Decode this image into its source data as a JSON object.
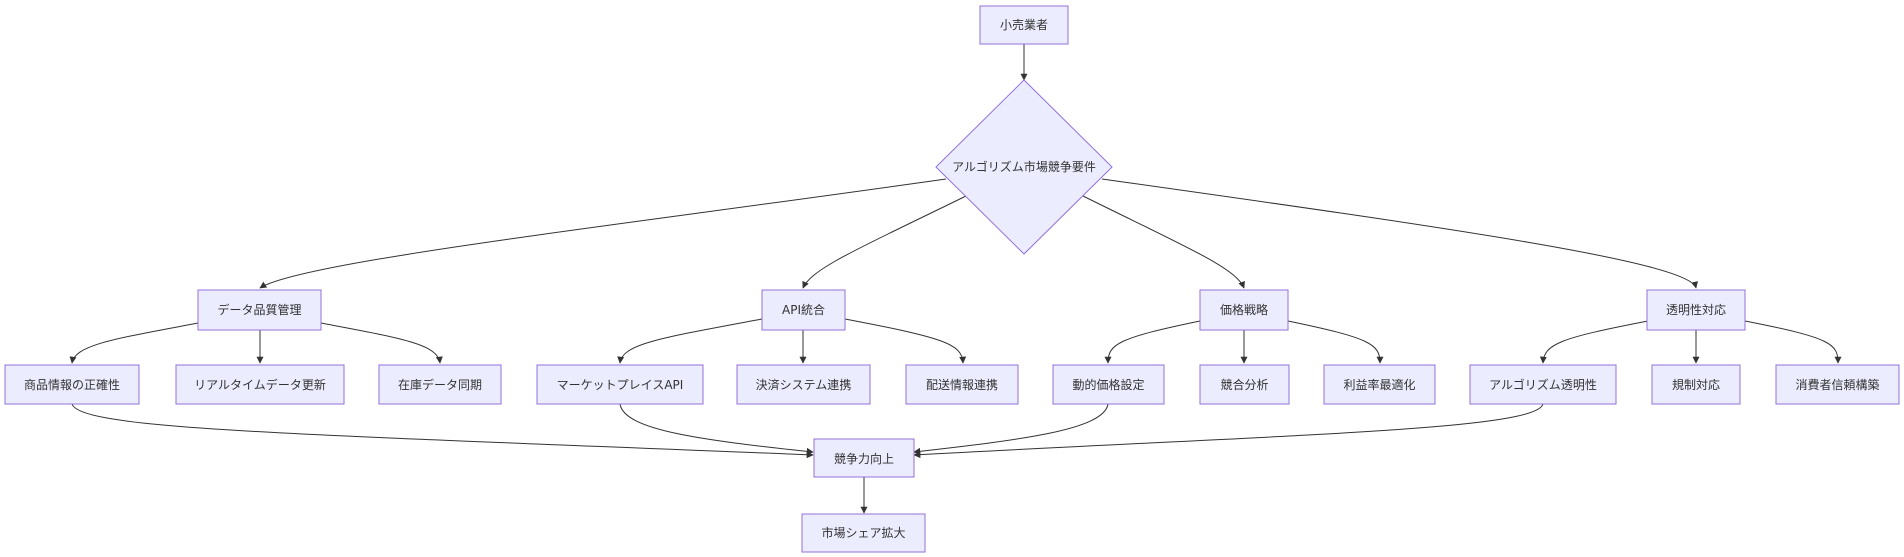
{
  "diagram": {
    "nodes": {
      "retailer": "小売業者",
      "requirements": "アルゴリズム市場競争要件",
      "data_quality": "データ品質管理",
      "api": "API統合",
      "pricing": "価格戦略",
      "transparency": "透明性対応",
      "accuracy": "商品情報の正確性",
      "realtime": "リアルタイムデータ更新",
      "inventory": "在庫データ同期",
      "marketplace_api": "マーケットプレイスAPI",
      "payment": "決済システム連携",
      "shipping": "配送情報連携",
      "dynamic_pricing": "動的価格設定",
      "competitor": "競合分析",
      "margin": "利益率最適化",
      "algo_transparency": "アルゴリズム透明性",
      "regulation": "規制対応",
      "trust": "消費者信頼構築",
      "competitiveness": "競争力向上",
      "market_share": "市場シェア拡大"
    },
    "edges": [
      [
        "retailer",
        "requirements"
      ],
      [
        "requirements",
        "data_quality"
      ],
      [
        "requirements",
        "api"
      ],
      [
        "requirements",
        "pricing"
      ],
      [
        "requirements",
        "transparency"
      ],
      [
        "data_quality",
        "accuracy"
      ],
      [
        "data_quality",
        "realtime"
      ],
      [
        "data_quality",
        "inventory"
      ],
      [
        "api",
        "marketplace_api"
      ],
      [
        "api",
        "payment"
      ],
      [
        "api",
        "shipping"
      ],
      [
        "pricing",
        "dynamic_pricing"
      ],
      [
        "pricing",
        "competitor"
      ],
      [
        "pricing",
        "margin"
      ],
      [
        "transparency",
        "algo_transparency"
      ],
      [
        "transparency",
        "regulation"
      ],
      [
        "transparency",
        "trust"
      ],
      [
        "accuracy",
        "competitiveness"
      ],
      [
        "marketplace_api",
        "competitiveness"
      ],
      [
        "dynamic_pricing",
        "competitiveness"
      ],
      [
        "algo_transparency",
        "competitiveness"
      ],
      [
        "competitiveness",
        "market_share"
      ]
    ],
    "colors": {
      "node_fill": "#ececff",
      "node_stroke": "#9370db",
      "edge": "#333333",
      "text": "#333333"
    }
  }
}
